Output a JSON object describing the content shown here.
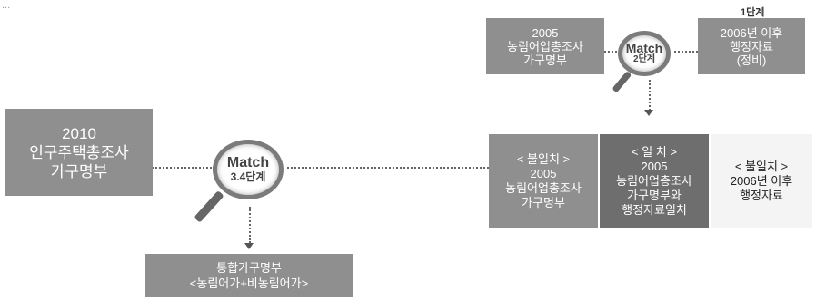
{
  "top_left_fragment": "...",
  "step1_label": "1단계",
  "box_2005_top": [
    "2005",
    "농림어업총조사",
    "가구명부"
  ],
  "box_admin_top": [
    "2006년 이후",
    "행정자료",
    "(정비)"
  ],
  "match2": {
    "title": "Match",
    "step": "2단계"
  },
  "box_2010": [
    "2010",
    "인구주택총조사",
    "가구명부"
  ],
  "match34": {
    "title": "Match",
    "step": "3.4단계"
  },
  "panel_mismatch_2005": [
    "< 불일치 >",
    "2005",
    "농림어업총조사",
    "가구명부"
  ],
  "panel_match": [
    "< 일 치 >",
    "2005",
    "농림어업총조사",
    "가구명부와",
    "행정자료일치"
  ],
  "panel_mismatch_admin": [
    "< 불일치 >",
    "2006년 이후",
    "행정자료"
  ],
  "box_integrated": [
    "통합가구명부",
    "<농림어가+비농림어가>"
  ]
}
